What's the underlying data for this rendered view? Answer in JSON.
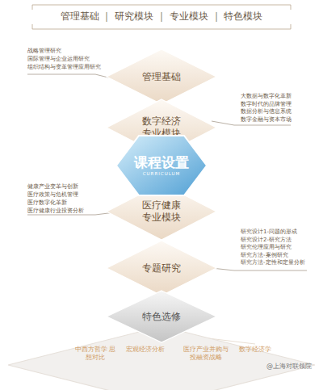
{
  "diagram": {
    "title": "管理基础 ｜ 研究模块 ｜ 专业模块 ｜ 特色模块",
    "nodes": [
      {
        "text": [
          "管理基础"
        ]
      },
      {
        "text": [
          "数字经济 专业模块"
        ]
      },
      {
        "text": [
          "课程设置",
          "CURRICULUM"
        ]
      },
      {
        "text": [
          "医疗健康 专业模块"
        ]
      },
      {
        "text": [
          "专题研究"
        ]
      },
      {
        "text": [
          "特色选修"
        ]
      },
      {
        "text": [
          "中西方哲学 思想对比",
          "宏观经济分析",
          "医疗产业并购与 投融资战略",
          "数字经济学"
        ]
      }
    ],
    "labels": [
      "战略管理研究",
      "国际管理与企业运用研究",
      "组织结构与变革管理应用研究",
      "大数据与数字化革新",
      "数字时代的品牌管理",
      "数据分析与信息系统",
      "数字金融与资本市场",
      "健康产业变革与创新",
      "医疗政策与危机管理",
      "医疗数字化革新",
      "医疗健康行业投资分析",
      "研究设计1-问题的形成",
      "研究设计2-研究方法",
      "研究伦理应用与研究",
      "研究方法-案例研究",
      "研究方法-定性和定量分析",
      "@上海对联领院"
    ]
  }
}
